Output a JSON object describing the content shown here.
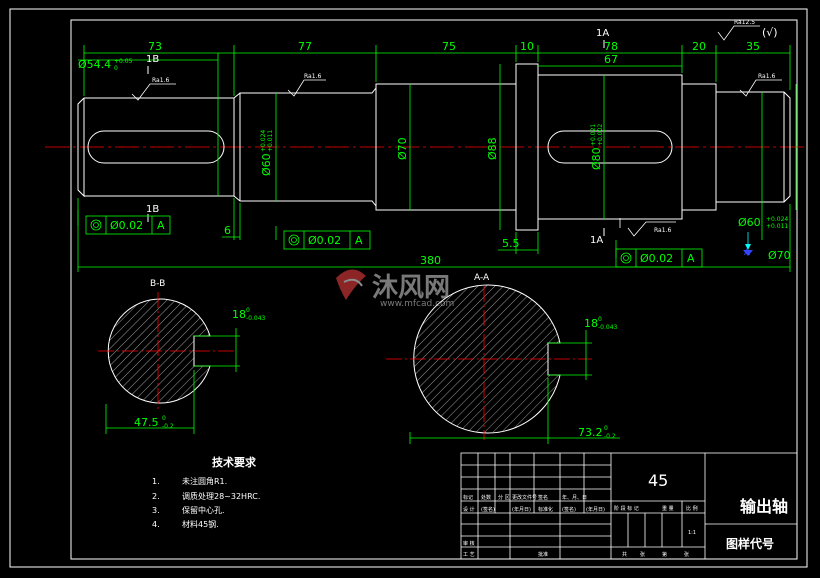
{
  "colors": {
    "background": "#000000",
    "outline": "#ffffff",
    "dimension": "#00ff00",
    "centerline": "#ff0000",
    "marker": "#00ffff",
    "marker_blue": "#3344ff"
  },
  "top_dims": {
    "d73": "73",
    "d77": "77",
    "d75": "75",
    "d10": "10",
    "d78": "78",
    "d20": "20",
    "d35": "35",
    "d67": "67",
    "d380": "380",
    "d6": "6",
    "d5_5": "5.5"
  },
  "diameters": {
    "d54_4": "Ø54.4",
    "d54_4_tol_up": "+0.05",
    "d54_4_tol_low": "0",
    "d60": "Ø60",
    "d60_tol_up": "+0.024",
    "d60_tol_low": "+0.011",
    "d70": "Ø70",
    "d88": "Ø88",
    "d80": "Ø80",
    "d80_tol_up": "+0.021",
    "d80_tol_low": "+0.002",
    "d60r": "Ø60",
    "d60r_tol_up": "+0.024",
    "d60r_tol_low": "+0.011",
    "d70r": "Ø70"
  },
  "roughness": {
    "r_left": "Ra1.6",
    "r_mid": "Ra1.6",
    "r_right": "Ra1.6",
    "r_bottom": "Ra1.6",
    "r_general": "Ra12.5",
    "r_general_mark": "(√)"
  },
  "section_labels": {
    "top_1a": "1A",
    "top_1b": "1B",
    "bot_1b": "1B",
    "bot_1a": "1A",
    "datum_a": "A",
    "section_bb": "B-B",
    "section_aa": "A-A"
  },
  "tolerance_frames": [
    {
      "value": "Ø0.02",
      "datum": "A"
    },
    {
      "value": "Ø0.02",
      "datum": "A"
    },
    {
      "value": "Ø0.02",
      "datum": "A"
    }
  ],
  "section_bb": {
    "key_width": "18",
    "key_width_tol_up": "0",
    "key_width_tol_low": "-0.043",
    "depth": "47.5",
    "depth_tol_up": "0",
    "depth_tol_low": "-0.2"
  },
  "section_aa": {
    "key_width": "18",
    "key_width_tol_up": "0",
    "key_width_tol_low": "-0.043",
    "depth": "73.2",
    "depth_tol_up": "0",
    "depth_tol_low": "-0.2"
  },
  "tech_req": {
    "title": "技术要求",
    "items": [
      {
        "num": "1.",
        "text": "未注圆角R1."
      },
      {
        "num": "2.",
        "text": "调质处理28~32HRC."
      },
      {
        "num": "3.",
        "text": "保留中心孔."
      },
      {
        "num": "4.",
        "text": "材料45钢."
      }
    ]
  },
  "watermark": {
    "brand_cn": "沐风网",
    "url": "www.mfcad.com"
  },
  "title_block": {
    "material": "45",
    "part_name": "输出轴",
    "drawing_no_label": "图样代号",
    "row_labels": [
      "标记",
      "处数",
      "分 区",
      "更改文件号",
      "签名",
      "年、月、日"
    ],
    "design_row": [
      "设 计",
      "(签名)",
      "(年月日)",
      "标准化",
      "(签名)",
      "(年月日)"
    ],
    "stage_labels": [
      "阶 段 标 记",
      "重 量",
      "比 例"
    ],
    "scale": "1:1",
    "review": "审 核",
    "process": "工 艺",
    "approve": "批准",
    "sheet_labels": [
      "共",
      "张",
      "第",
      "张"
    ]
  }
}
